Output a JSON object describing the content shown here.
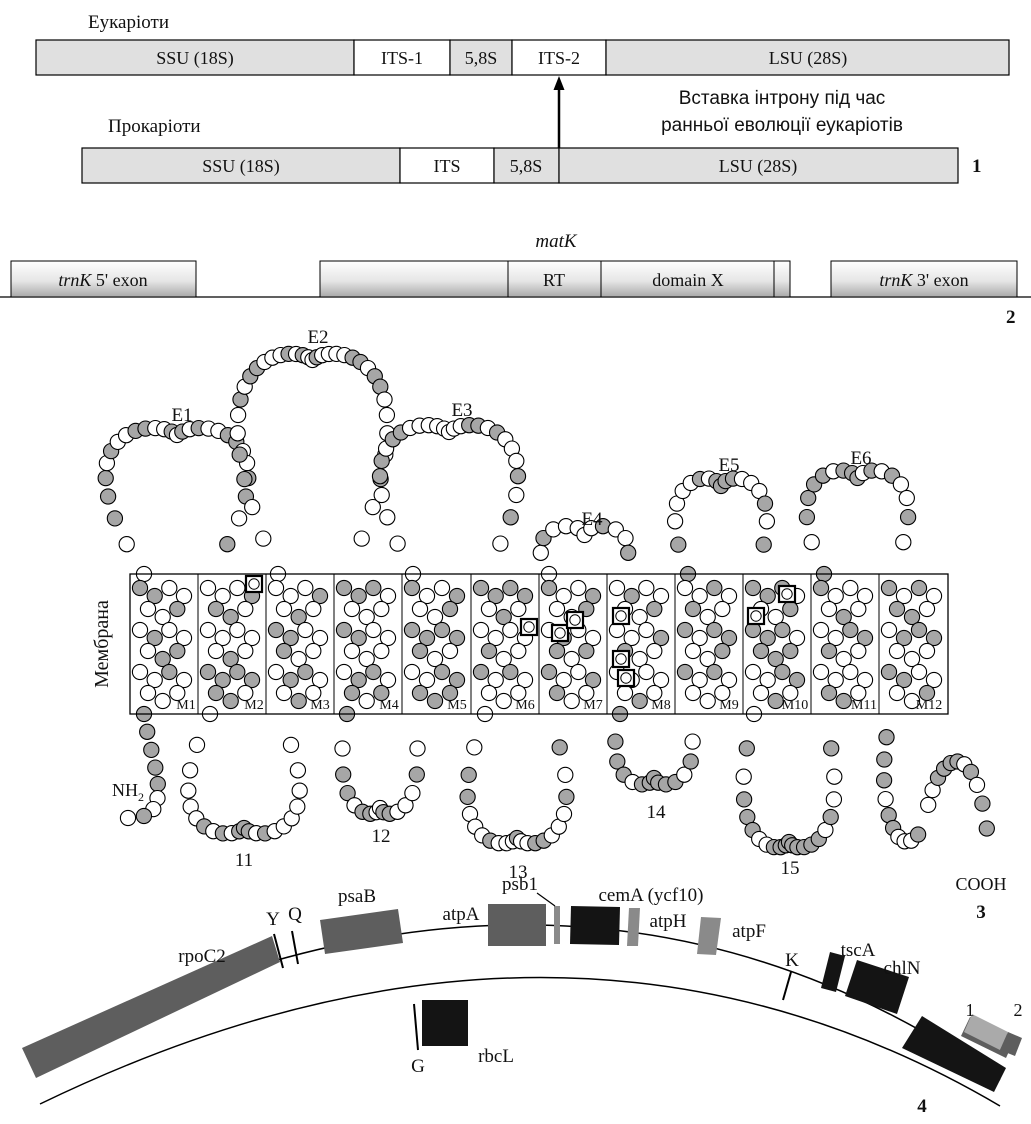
{
  "panel1": {
    "eukaryotes_label": "Еукаріоти",
    "prokaryotes_label": "Прокаріоти",
    "euk_segments": [
      "SSU (18S)",
      "ITS-1",
      "5,8S",
      "ITS-2",
      "LSU (28S)"
    ],
    "prok_segments": [
      "SSU (18S)",
      "ITS",
      "5,8S",
      "LSU (28S)"
    ],
    "note_line1": "Вставка інтрону під час",
    "note_line2": "ранньої еволюції еукаріотів",
    "number": "1"
  },
  "panel2": {
    "gene": "matK",
    "exon5_italic": "trnK",
    "exon5_rest": " 5' exon",
    "exon3_italic": "trnK",
    "exon3_rest": " 3' exon",
    "rt": "RT",
    "domain_x": "domain X",
    "number": "2"
  },
  "panel3": {
    "membrane_label": "Мембрана",
    "extracellular_loops": [
      "E1",
      "E2",
      "E3",
      "E4",
      "E5",
      "E6"
    ],
    "segments": [
      "M1",
      "M2",
      "M3",
      "M4",
      "M5",
      "M6",
      "M7",
      "M8",
      "M9",
      "M10",
      "M11",
      "M12"
    ],
    "intracellular_loops": [
      "11",
      "12",
      "13",
      "14",
      "15"
    ],
    "n_terminus_main": "NH",
    "n_terminus_sub": "2",
    "c_terminus": "COOH",
    "number": "3"
  },
  "panel4": {
    "genes": [
      "rpoC2",
      "Y",
      "Q",
      "psaB",
      "G",
      "rbcL",
      "atpA",
      "psb1",
      "cemA (ycf10)",
      "atpH",
      "atpF",
      "K",
      "tscA",
      "chlN",
      "1",
      "2"
    ],
    "number": "4"
  },
  "colors": {
    "bar_fill": "#e0e0e0",
    "residue_grey": "#a6a6a6",
    "gene_dark_grey": "#5e5e5e",
    "gene_black": "#141414",
    "gene_light_grey": "#8a8a8a"
  }
}
